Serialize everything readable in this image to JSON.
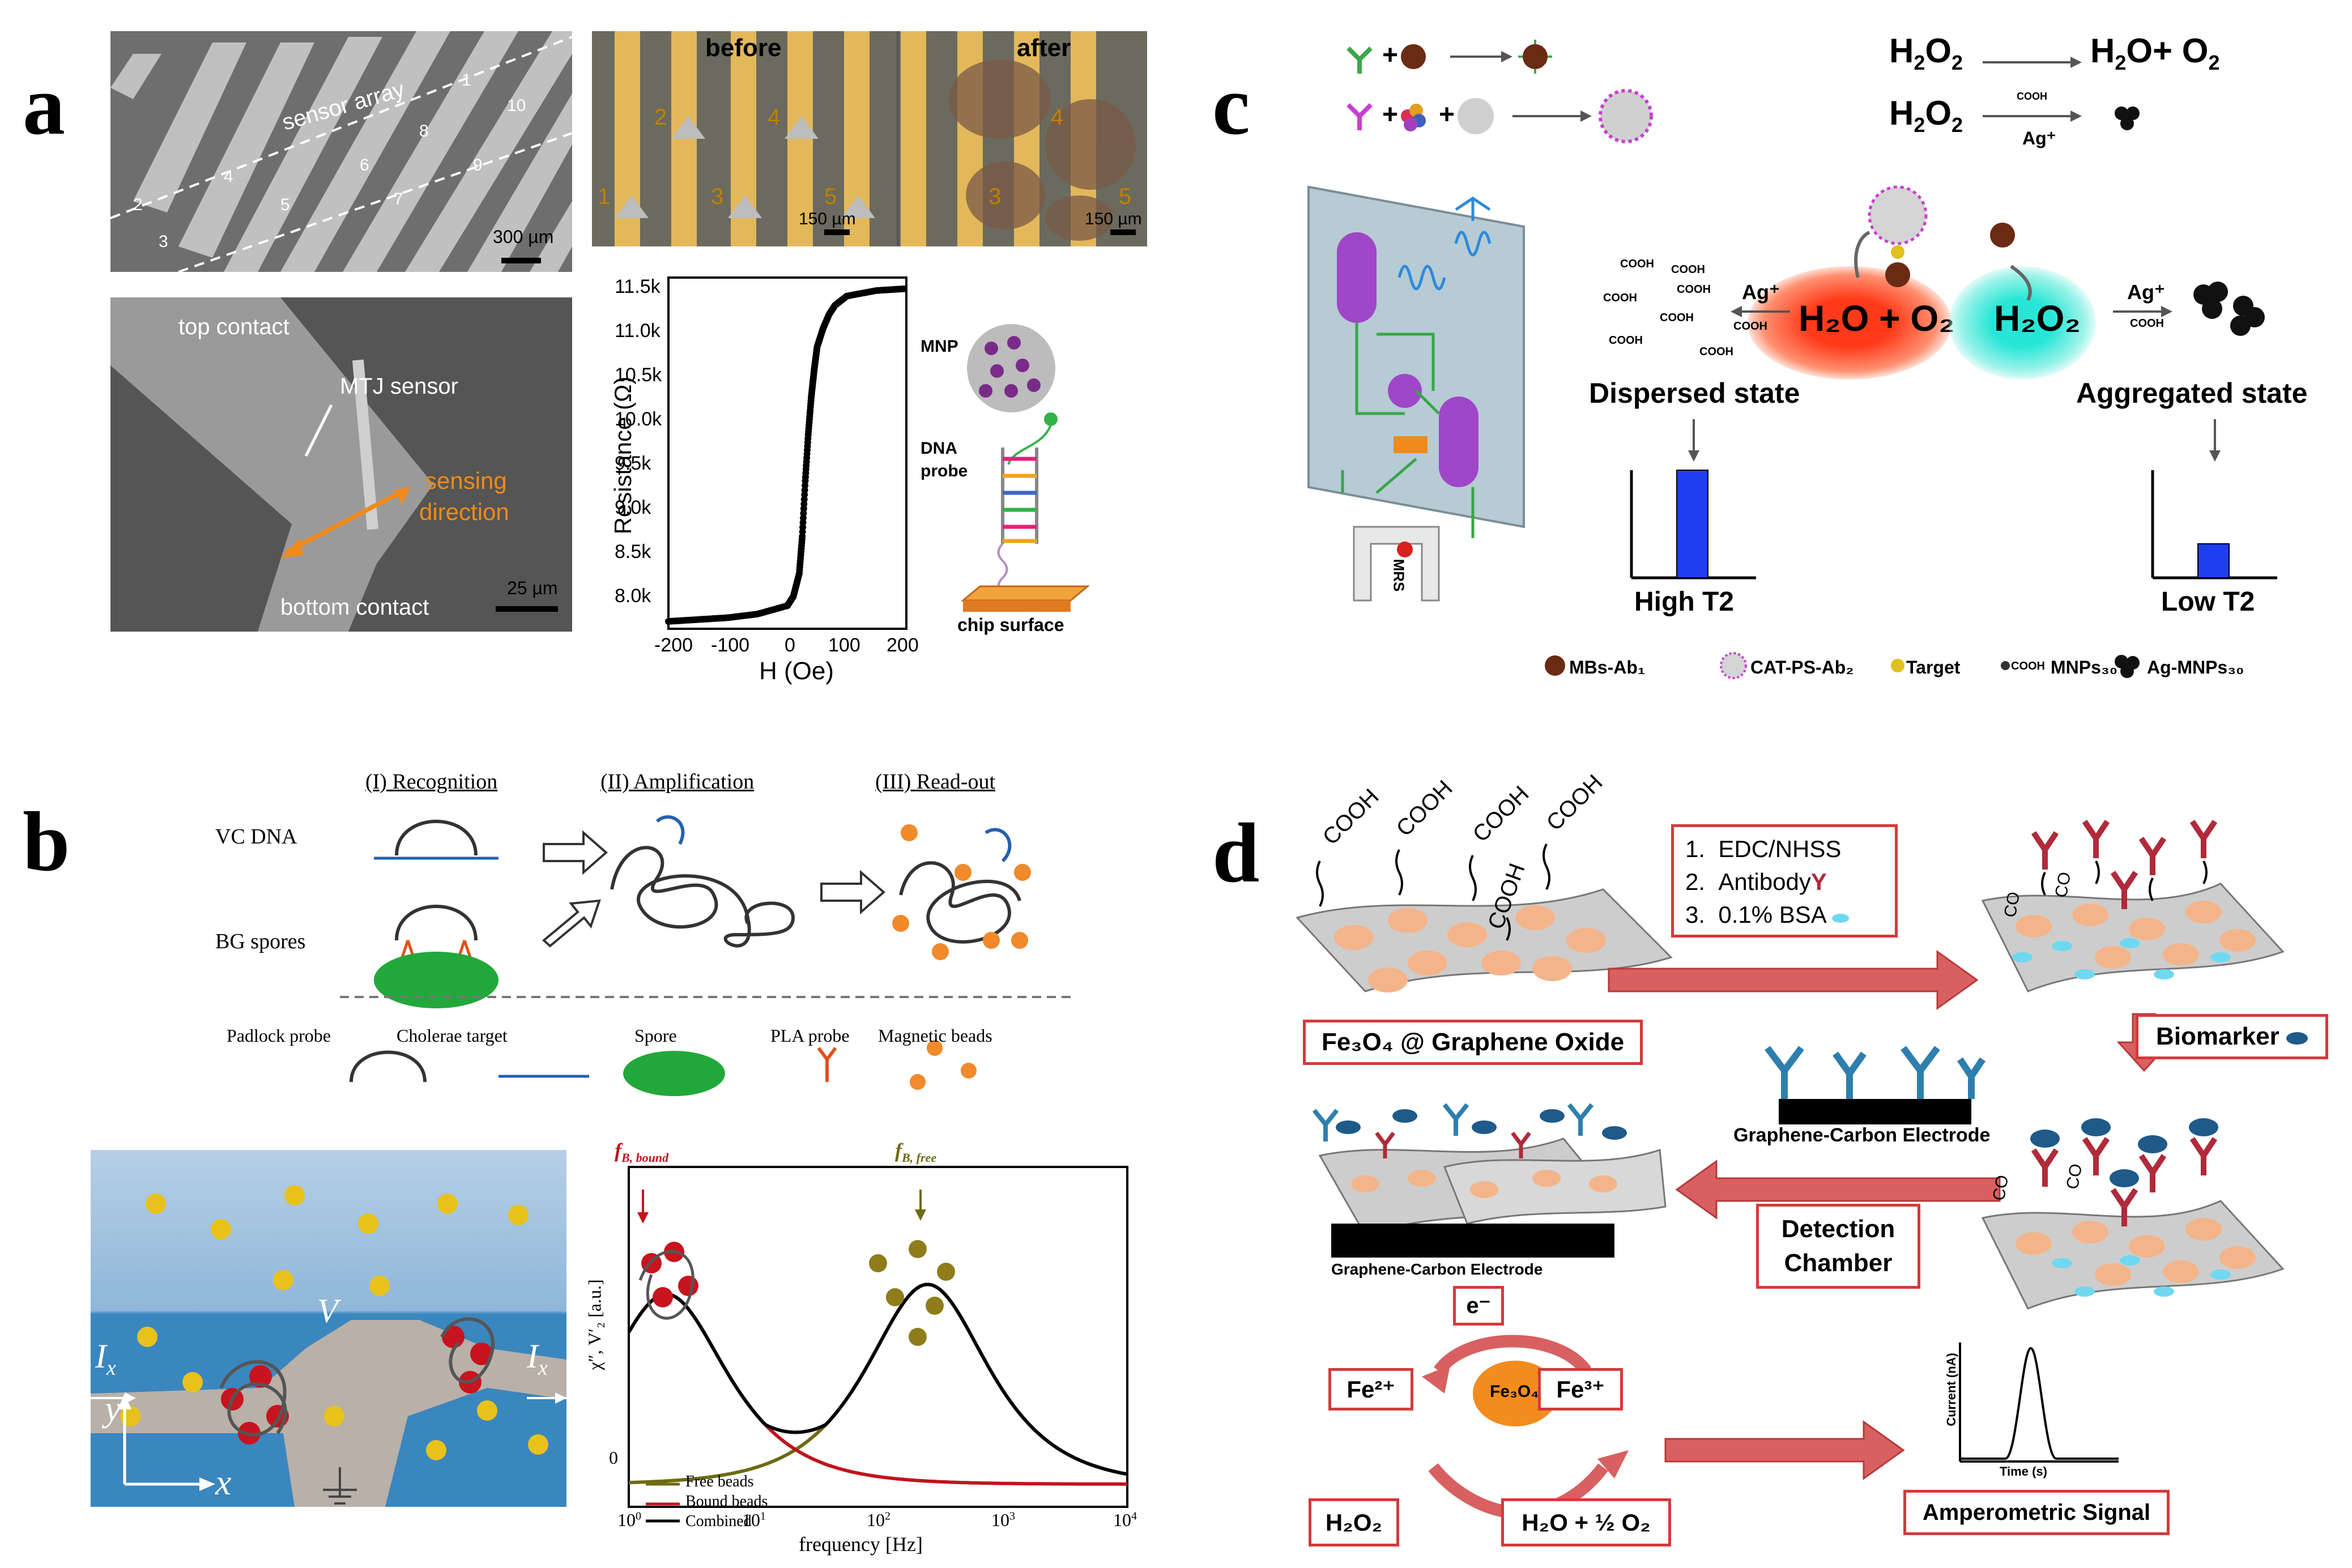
{
  "panel_labels": {
    "a": "a",
    "b": "b",
    "c": "c",
    "d": "d"
  },
  "panel_a": {
    "sem1": {
      "label": "sensor array",
      "numbers": [
        "1",
        "2",
        "3",
        "4",
        "5",
        "6",
        "7",
        "8",
        "9",
        "10"
      ],
      "scale": "300 µm"
    },
    "optical": {
      "before": "before",
      "after": "after",
      "numbers": [
        "1",
        "2",
        "3",
        "4",
        "5",
        "3",
        "4",
        "5"
      ],
      "scale1": "150 µm",
      "scale2": "150 µm"
    },
    "sem2": {
      "top": "top contact",
      "mtj": "MTJ sensor",
      "sensing": "sensing",
      "direction": "direction",
      "bottom": "bottom contact",
      "scale": "25 µm"
    },
    "plot": {
      "ylabel": "Resistance (Ω)",
      "xlabel": "H (Oe)",
      "yticks": [
        "11.5k",
        "11.0k",
        "10.5k",
        "10.0k",
        "9.5k",
        "9.0k",
        "8.5k",
        "8.0k"
      ],
      "xticks": [
        "-200",
        "-100",
        "0",
        "100",
        "200"
      ]
    },
    "schematic": {
      "mnp": "MNP",
      "dna": "DNA",
      "probe": "probe",
      "chip": "chip surface"
    }
  },
  "chart_data": {
    "type": "line",
    "title": "",
    "xlabel": "H (Oe)",
    "ylabel": "Resistance (Ω)",
    "xlim": [
      -200,
      200
    ],
    "ylim": [
      7800,
      11600
    ],
    "series": [
      {
        "values_x": [
          -200,
          -150,
          -100,
          -50,
          0,
          10,
          20,
          25,
          30,
          35,
          40,
          45,
          50,
          60,
          70,
          80,
          100,
          150,
          200
        ],
        "values_y": [
          7880,
          7900,
          7920,
          7960,
          8050,
          8150,
          8400,
          8800,
          9400,
          9900,
          10300,
          10600,
          10850,
          11050,
          11200,
          11300,
          11400,
          11460,
          11480
        ]
      }
    ]
  },
  "panel_b": {
    "headers": [
      "(I) Recognition",
      "(II) Amplification",
      "(III) Read-out"
    ],
    "rows": [
      "VC DNA",
      "BG spores"
    ],
    "legend": [
      "Padlock probe",
      "Cholerae target",
      "Spore",
      "PLA probe",
      "Magnetic beads"
    ],
    "sensor": {
      "ix1": "I",
      "ix2": "I",
      "sub": "x",
      "v": "V",
      "y": "y",
      "x": "x"
    },
    "freq_plot": {
      "fb_bound": "f",
      "fb_bound_sub": "B, bound",
      "fb_free": "f",
      "fb_free_sub": "B, free",
      "ylabel": "χ″, V′₂ [a.u.]",
      "xlabel": "frequency [Hz]",
      "y0": "0",
      "xticks": [
        "10",
        "10",
        "10",
        "10",
        "10"
      ],
      "xexp": [
        "0",
        "1",
        "2",
        "3",
        "4"
      ],
      "legend": [
        "Free beads",
        "Bound beads",
        "Combined"
      ]
    }
  },
  "panel_c": {
    "eq1": {
      "lhs": "H",
      "sub2": "2",
      "o": "O",
      "sub2b": "2",
      "rhs": "H",
      "rhs2": "O+ O",
      "sub3": "2",
      "sub4": "2"
    },
    "eq2": {
      "lhs": "H",
      "cooh": "COOH",
      "ag": "Ag",
      "plus": "+"
    },
    "h2o_o2": "H₂O + O₂",
    "h2o2": "H₂O₂",
    "dispersed": "Dispersed  state",
    "aggregated": "Aggregated state",
    "high": "High T2",
    "low": "Low T2",
    "cooh": "COOH",
    "ag": "Ag⁺",
    "mrs": "MRS",
    "legend": [
      "MBs-Ab₁",
      "CAT-PS-Ab₂",
      "Target",
      "MNPs₃₀",
      "Ag-MNPs₃₀"
    ],
    "chart_levels": {
      "high": 0.95,
      "low": 0.3
    }
  },
  "panel_d": {
    "steps": [
      "1.",
      "EDC/NHSS",
      "2.",
      "Antibody",
      "3.",
      "0.1% BSA"
    ],
    "cooh": "COOH",
    "fe3o4_go": "Fe₃O₄ @ Graphene Oxide",
    "biomarker": "Biomarker",
    "electrode1": "Graphene-Carbon  Electrode",
    "electrode2": "Graphene-Carbon Electrode",
    "detection": [
      "Detection",
      "Chamber"
    ],
    "electron": "e⁻",
    "fe2": "Fe²⁺",
    "fe3": "Fe³⁺",
    "fe3o4": "Fe₃O₄",
    "h2o2": "H₂O₂",
    "h2o": "H₂O + ½ O₂",
    "amp_ylabel": "Current (nA)",
    "amp_xlabel": "Time (s)",
    "amp_signal": "Amperometric Signal",
    "co": "CO"
  }
}
